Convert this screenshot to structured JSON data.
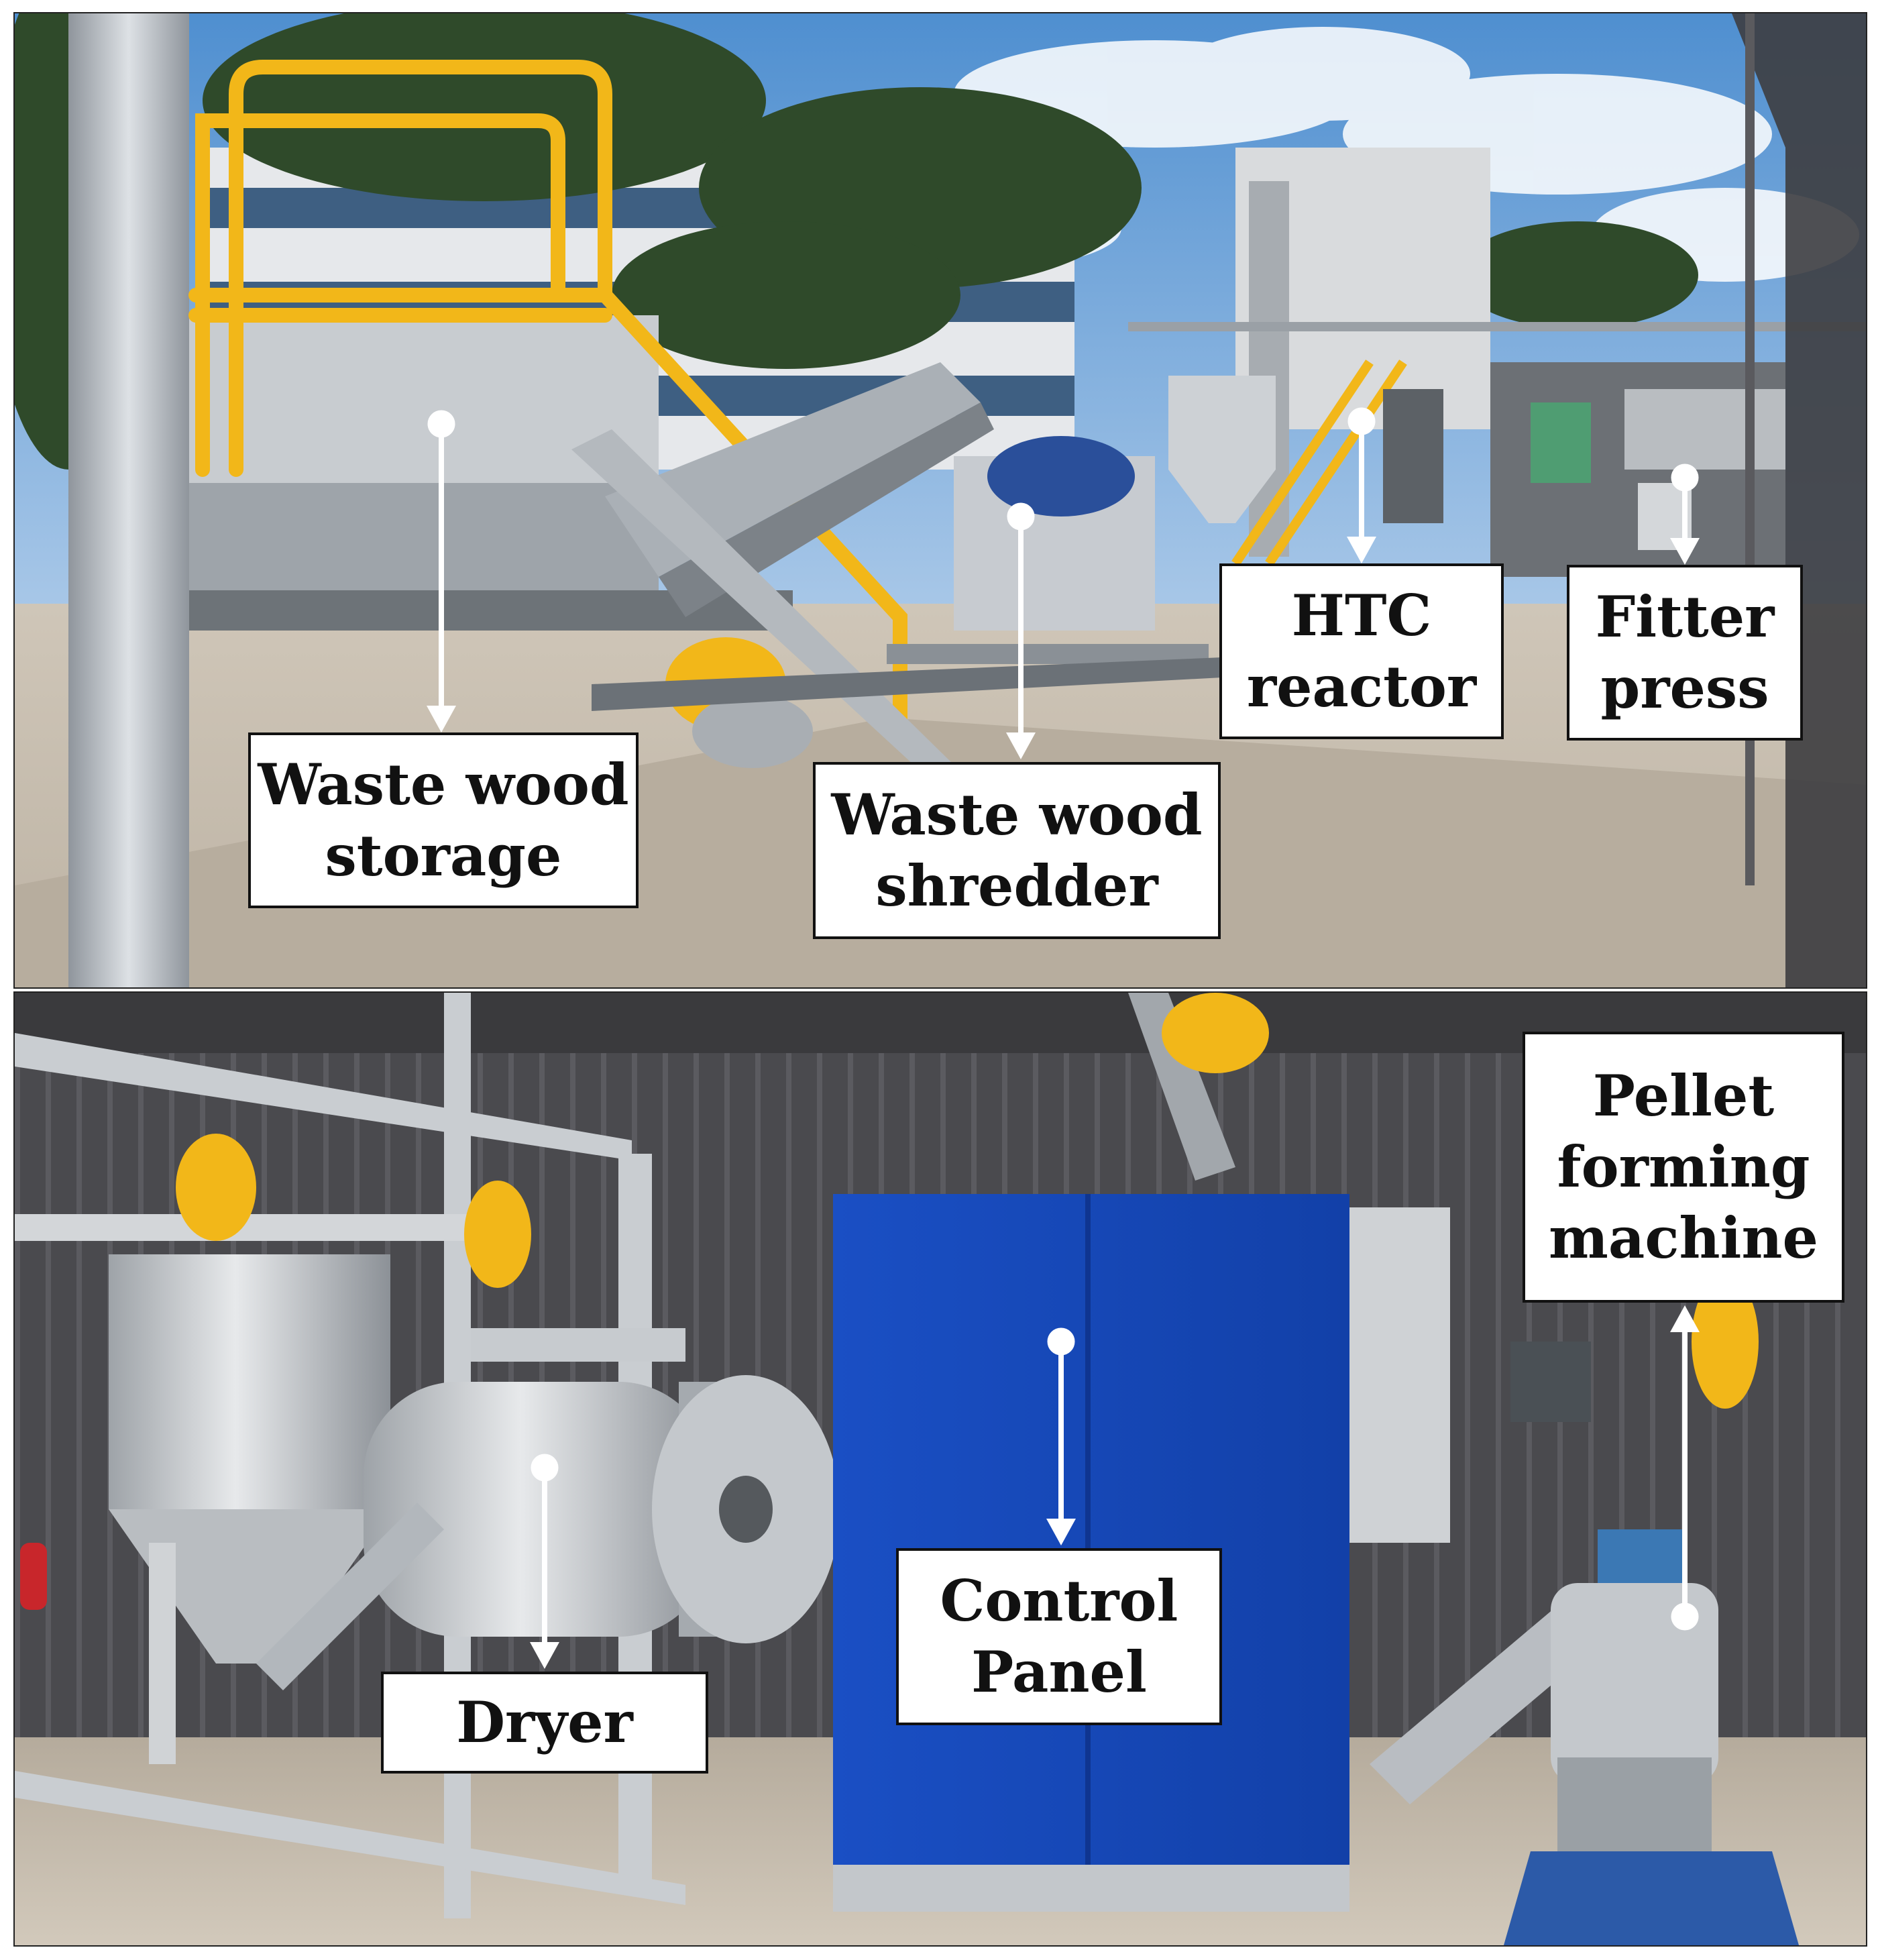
{
  "labels": {
    "waste_wood_storage": "Waste wood\nstorage",
    "waste_wood_shredder": "Waste wood\nshredder",
    "htc_reactor": "HTC\nreactor",
    "fitter_press": "Fitter\npress",
    "dryer": "Dryer",
    "control_panel": "Control\nPanel",
    "pellet_forming_machine": "Pellet\nforming\nmachine"
  },
  "colors": {
    "sky": "#6fa3d8",
    "railing": "#f2b719",
    "steel": "#b9bec4",
    "ground": "#c9c0b2",
    "container_wall": "#4b4b4f",
    "control_panel": "#1546b8",
    "pointer": "#ffffff"
  }
}
